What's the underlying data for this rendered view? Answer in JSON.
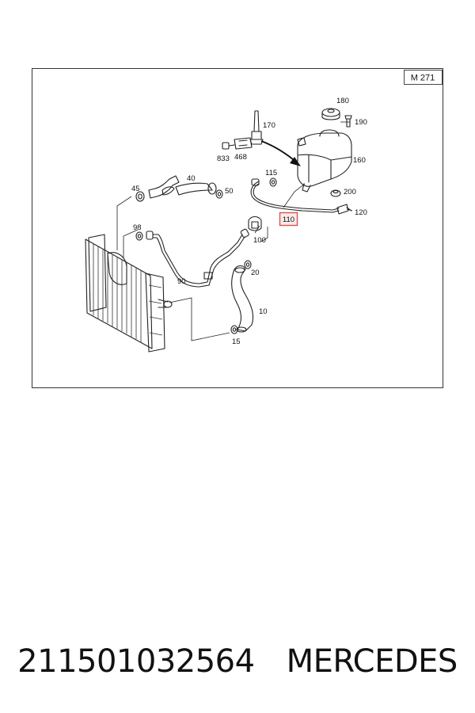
{
  "diagram": {
    "engine_code": "M 271",
    "labels": {
      "p10": "10",
      "p15": "15",
      "p20": "20",
      "p40": "40",
      "p45": "45",
      "p50": "50",
      "p90": "90",
      "p98": "98",
      "p100": "100",
      "p110": "110",
      "p115": "115",
      "p120": "120",
      "p160": "160",
      "p170": "170",
      "p180": "180",
      "p190": "190",
      "p200": "200",
      "p468": "468",
      "p833": "833"
    },
    "highlight_color": "#d9534f"
  },
  "caption": {
    "part_number": "211501032564",
    "brand": "MERCEDES"
  }
}
